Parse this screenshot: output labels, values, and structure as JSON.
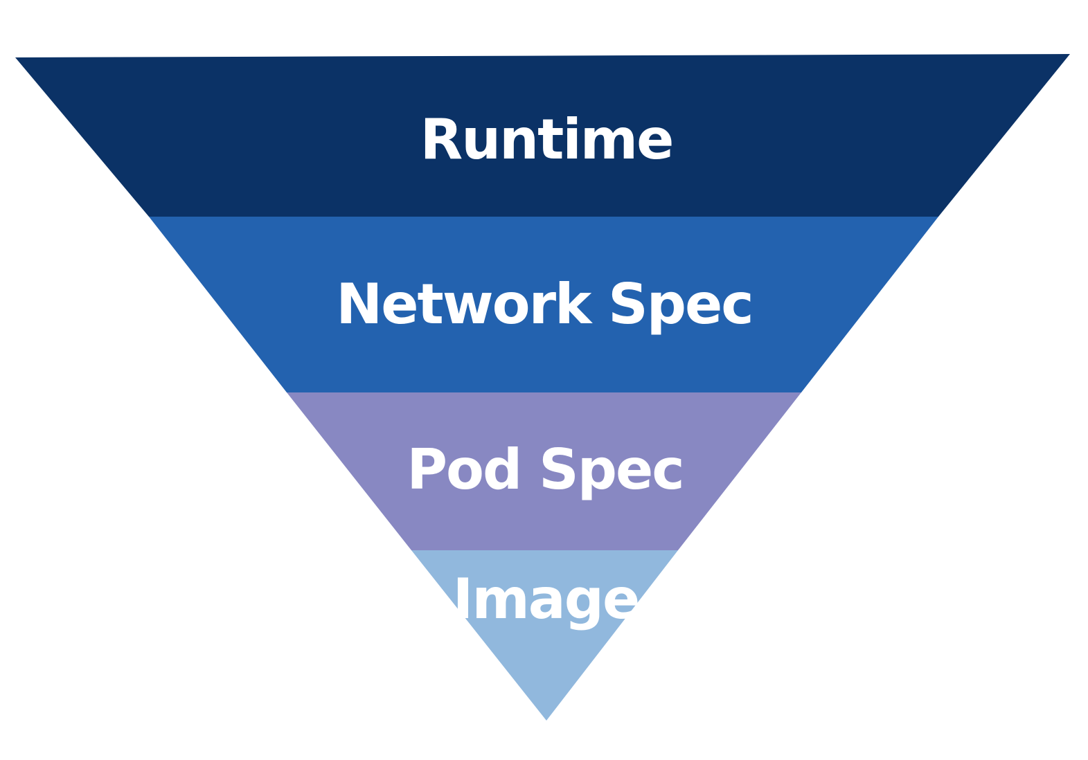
{
  "diagram": {
    "type": "inverted-pyramid",
    "layers": [
      {
        "label": "Runtime",
        "color": "#0B3266"
      },
      {
        "label": "Network Spec",
        "color": "#2362AF"
      },
      {
        "label": "Pod Spec",
        "color": "#8888C2"
      },
      {
        "label": "Image",
        "color": "#91B8DD"
      }
    ]
  }
}
